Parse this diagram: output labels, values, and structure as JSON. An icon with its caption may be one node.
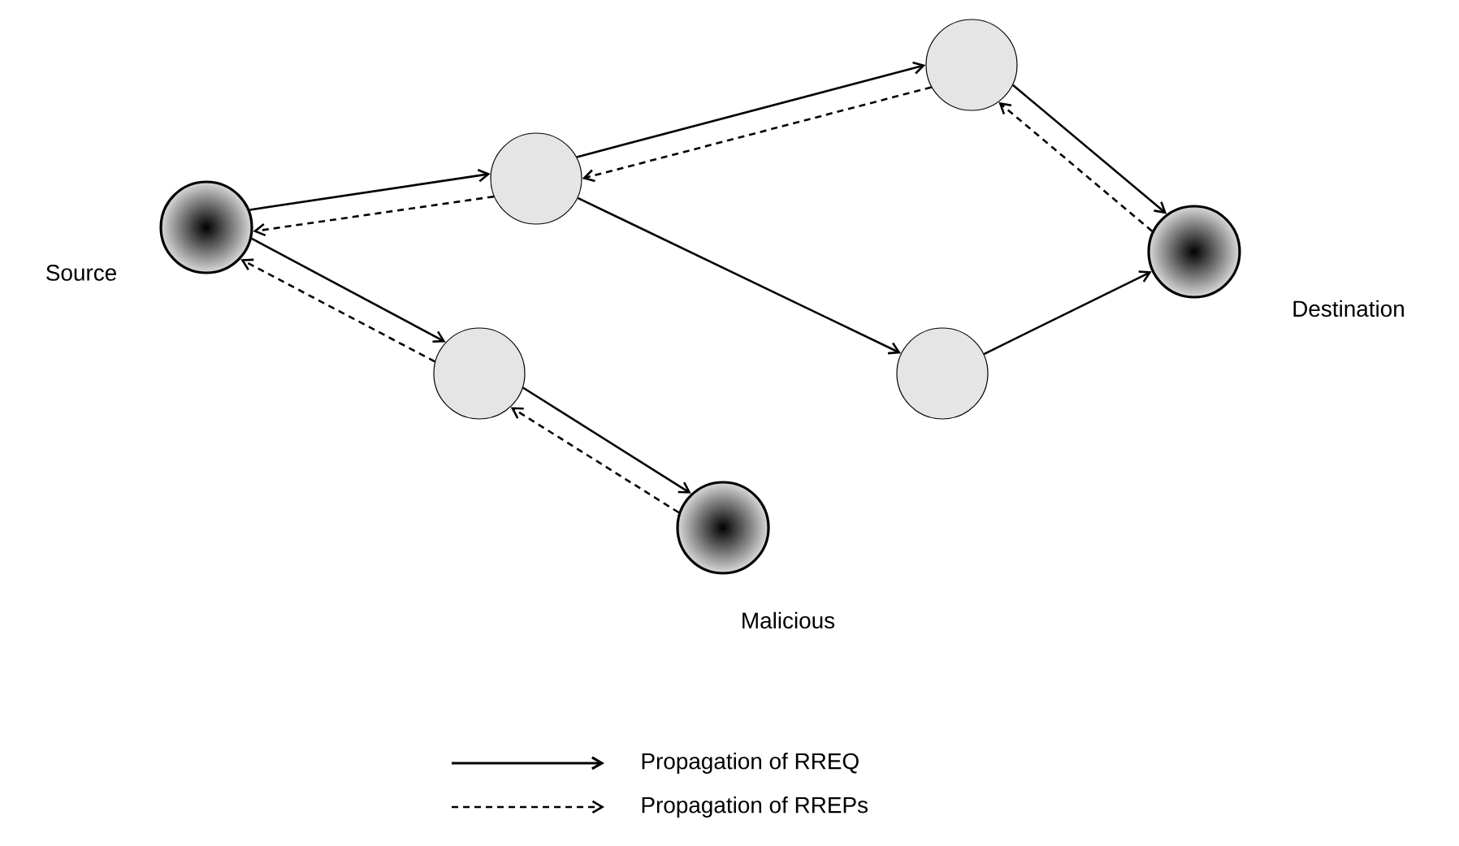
{
  "diagram": {
    "nodes": [
      {
        "text": [
          "Source"
        ]
      },
      {
        "text": [],
        "shape": "circle"
      },
      {
        "text": [],
        "shape": "circle"
      },
      {
        "text": [],
        "shape": "circle"
      },
      {
        "text": [
          "Malicious"
        ]
      },
      {
        "text": [
          "Destination"
        ]
      },
      {
        "text": [],
        "shape": "circle"
      }
    ],
    "edges": [
      {
        "from": 0,
        "to": 1,
        "arrow": "to"
      },
      {
        "from": 1,
        "to": 0,
        "arrow": "to",
        "style": "dashed"
      },
      {
        "from": 1,
        "to": 2,
        "arrow": "to"
      },
      {
        "from": 2,
        "to": 1,
        "arrow": "to",
        "style": "dashed"
      },
      {
        "from": 2,
        "to": 5,
        "arrow": "to"
      },
      {
        "from": 5,
        "to": 2,
        "arrow": "to",
        "style": "dashed"
      },
      {
        "from": 1,
        "to": 6,
        "arrow": "to"
      },
      {
        "from": 6,
        "to": 5,
        "arrow": "to"
      },
      {
        "from": 0,
        "to": 3,
        "arrow": "to"
      },
      {
        "from": 3,
        "to": 0,
        "arrow": "to",
        "style": "dashed"
      },
      {
        "from": 3,
        "to": 4,
        "arrow": "to"
      },
      {
        "from": 4,
        "to": 3,
        "arrow": "to",
        "style": "dashed"
      }
    ],
    "legend": [
      {
        "text": "Propagation of RREQ"
      },
      {
        "text": "Propagation of RREPs"
      }
    ]
  }
}
